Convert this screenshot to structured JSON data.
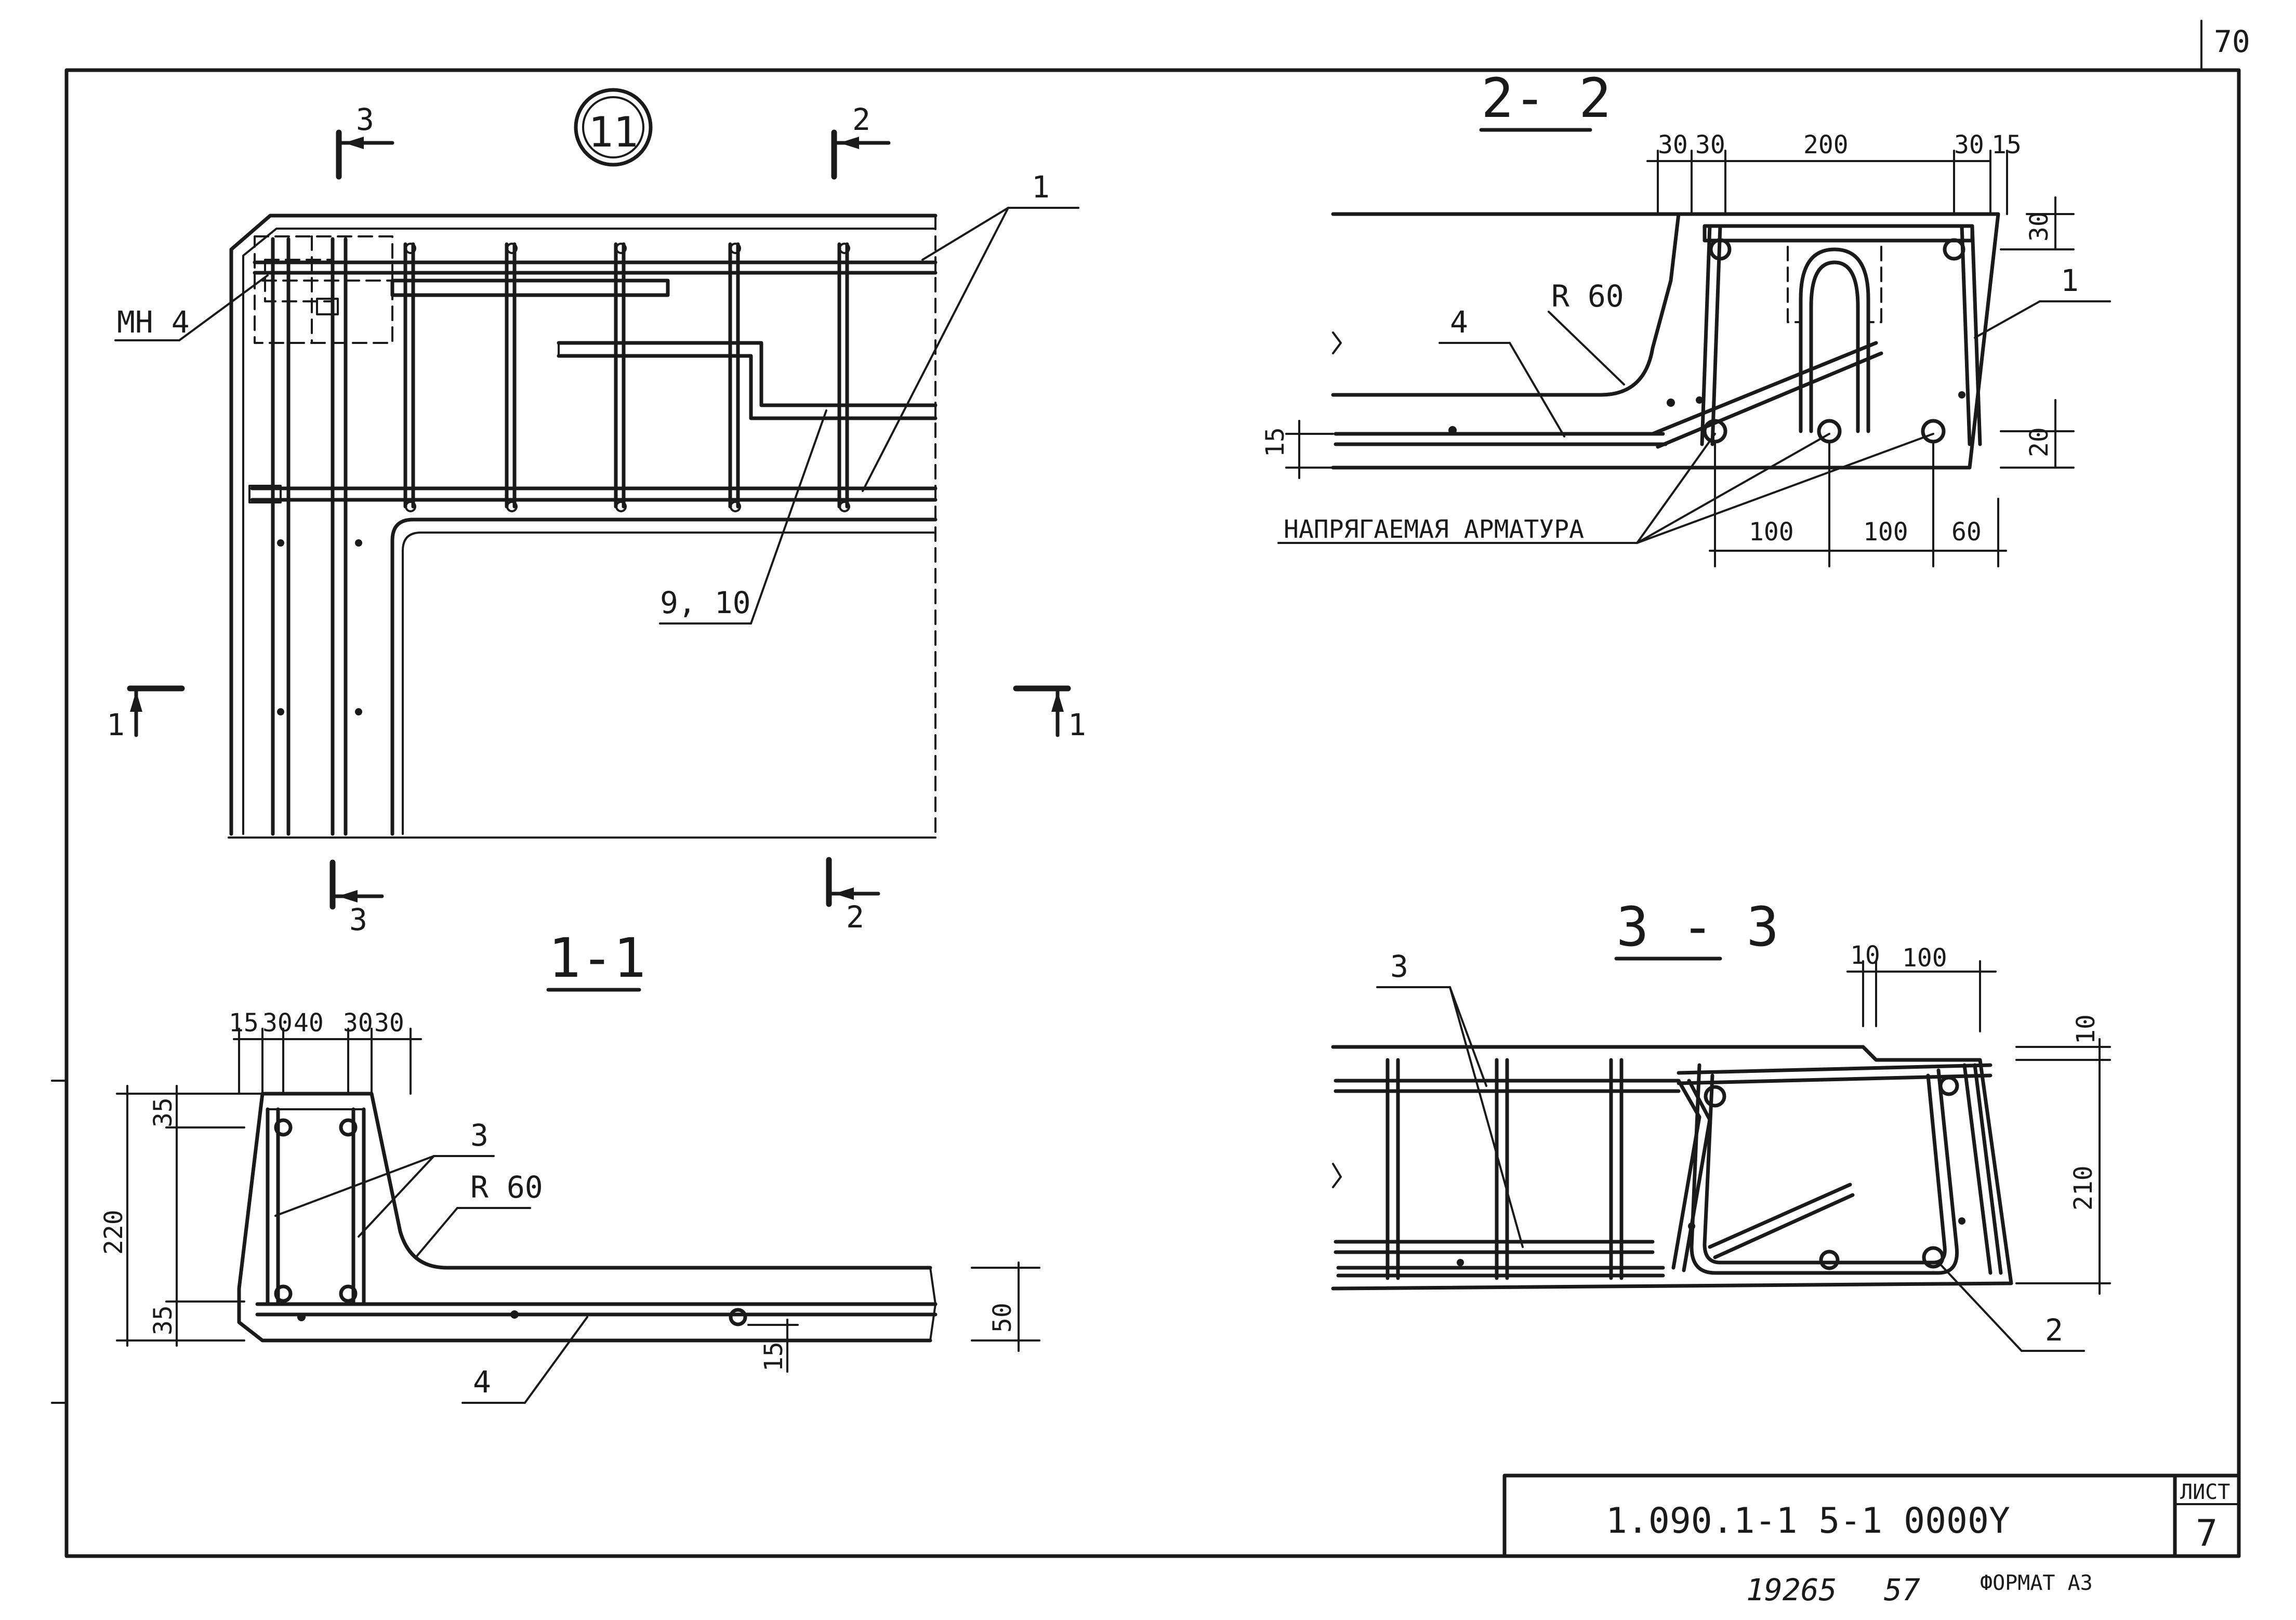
{
  "detail_marker": "11",
  "sheet_corner_mark": "70",
  "sections": {
    "s11": {
      "label_3_top": "3",
      "label_2_top": "2",
      "label_3_bot": "3",
      "label_2_bot": "2",
      "label_1_left": "1",
      "label_1_right": "1"
    },
    "s22": {
      "title": "2- 2"
    },
    "s11_section": {
      "title": "1-1"
    },
    "s33": {
      "title": "3 - 3"
    }
  },
  "callouts": {
    "mn4": "МН 4",
    "pos1_plan": "1",
    "pos910": "9, 10",
    "pos4_22": "4",
    "r60_22": "R 60",
    "pos1_22": "1",
    "prestressed": "НАПРЯГАЕМАЯ  АРМАТУРА",
    "pos3_11": "3",
    "r60_11": "R 60",
    "pos4_11": "4",
    "pos3_33": "3",
    "pos2_33": "2"
  },
  "dims": {
    "d22_top": [
      "30",
      "30",
      "200",
      "30",
      "15"
    ],
    "d22_right_top": "30",
    "d22_right_bot": "20",
    "d22_left": "15",
    "d22_bottom": [
      "100",
      "100",
      "60"
    ],
    "d11_top": [
      "15",
      "30",
      "40",
      "30",
      "30"
    ],
    "d11_left_total": "220",
    "d11_left_top": "35",
    "d11_left_bot": "35",
    "d11_right": "50",
    "d11_bot": "15",
    "d33_top": [
      "10",
      "100"
    ],
    "d33_right_top": "10",
    "d33_right_total": "210"
  },
  "title_block": {
    "code": "1.090.1-1    5-1    0000Y",
    "sheet_label": "ЛИСТ",
    "sheet_no": "7"
  },
  "footer": {
    "inv1": "19265",
    "inv2": "57",
    "format": "ФОРМАТ А3"
  }
}
